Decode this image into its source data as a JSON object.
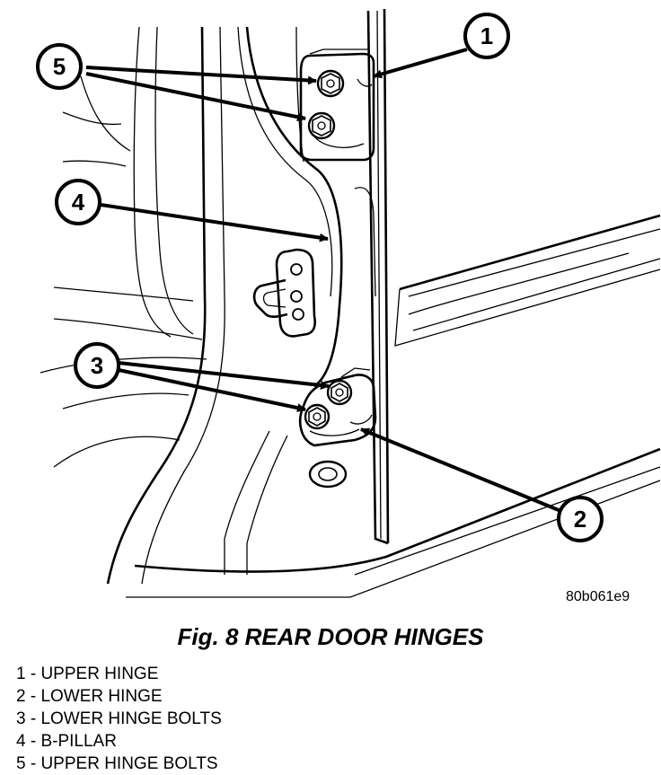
{
  "figure": {
    "code": "80b061e9",
    "title": "Fig. 8 REAR DOOR HINGES"
  },
  "callouts": [
    {
      "number": "1"
    },
    {
      "number": "2"
    },
    {
      "number": "3"
    },
    {
      "number": "4"
    },
    {
      "number": "5"
    }
  ],
  "legend": [
    "1 - UPPER HINGE",
    "2 - LOWER HINGE",
    "3 - LOWER HINGE BOLTS",
    "4 - B-PILLAR",
    "5 - UPPER HINGE BOLTS"
  ]
}
